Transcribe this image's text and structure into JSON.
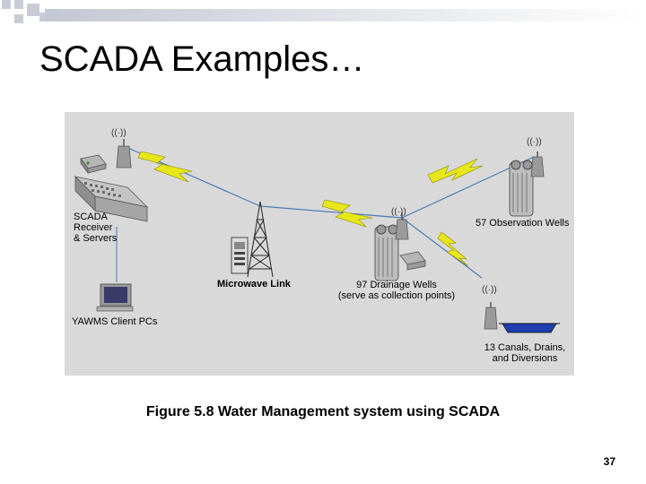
{
  "slide": {
    "title": "SCADA Examples…",
    "caption": "Figure 5.8 Water Management system using SCADA",
    "page_number": "37"
  },
  "diagram": {
    "nodes": {
      "scada_receiver": "SCADA\nReceiver\n& Servers",
      "client_pcs": "YAWMS Client PCs",
      "microwave": "Microwave Link",
      "drainage": "97 Drainage Wells\n(serve as collection points)",
      "observation": "57 Observation Wells",
      "canals": "13 Canals, Drains,\nand Diversions"
    },
    "signal_glyph": "((·))"
  },
  "colors": {
    "background": "#d9d9d9",
    "bolt_fill": "#e6e61a",
    "bolt_stroke": "#8c8c00",
    "link_line": "#4a7ab5",
    "device_gray": "#8e8e8e",
    "canal_blue": "#1f3fb0",
    "deco_square": "#c9ccd6"
  },
  "icons": [
    "antenna-icon",
    "server-rack-icon",
    "client-pc-icon",
    "microwave-tower-icon",
    "well-tank-icon",
    "canal-icon",
    "lightning-bolt-icon"
  ]
}
